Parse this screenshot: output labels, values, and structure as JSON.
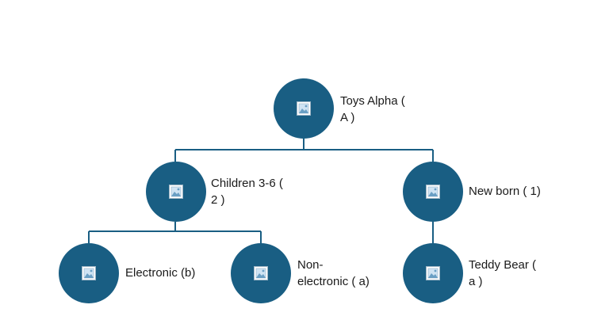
{
  "nodes": {
    "root": {
      "label": "Toys Alpha (\nA )"
    },
    "children": {
      "label": "Children 3-6 (\n2 )"
    },
    "newborn": {
      "label": "New born ( 1)"
    },
    "electronic": {
      "label": "Electronic (b)"
    },
    "nonelectronic": {
      "label": "Non-\nelectronic ( a)"
    },
    "teddy": {
      "label": "Teddy Bear (\na )"
    }
  },
  "colors": {
    "node_fill": "#195e83",
    "connector": "#195e83",
    "text": "#1a1a1a"
  },
  "icons": {
    "node_placeholder": "image-placeholder-icon"
  }
}
